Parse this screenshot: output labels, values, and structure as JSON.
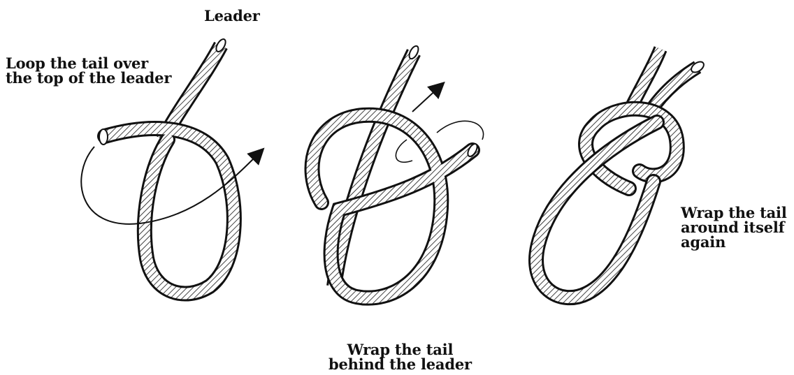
{
  "diagram": {
    "leader_label": "Leader",
    "step1_caption": [
      "Loop the tail over",
      "the top of the leader"
    ],
    "step2_caption": [
      "Wrap the tail",
      "behind the leader"
    ],
    "step3_caption": [
      "Wrap the tail",
      "around itself",
      "again"
    ],
    "colors": {
      "ink": "#111111",
      "rope_fill": "#ffffff",
      "background": "#ffffff"
    }
  }
}
